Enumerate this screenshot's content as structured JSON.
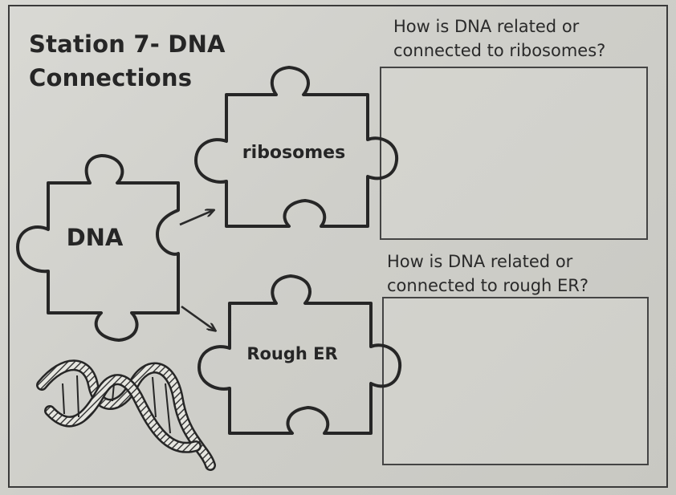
{
  "title": {
    "line1": "Station 7- DNA",
    "line2": "Connections"
  },
  "questions": [
    {
      "line1": "How is DNA related or",
      "line2": "connected to ribosomes?"
    },
    {
      "line1": "How is DNA related or",
      "line2": "connected to rough ER?"
    }
  ],
  "pieces": {
    "dna": "DNA",
    "ribosomes": "ribosomes",
    "rough_er": "Rough ER"
  },
  "icons": [
    "puzzle-piece-icon",
    "arrow-icon",
    "dna-helix-icon"
  ],
  "colors": {
    "paper": "#d4d4cf",
    "ink": "#2a2a2a"
  }
}
